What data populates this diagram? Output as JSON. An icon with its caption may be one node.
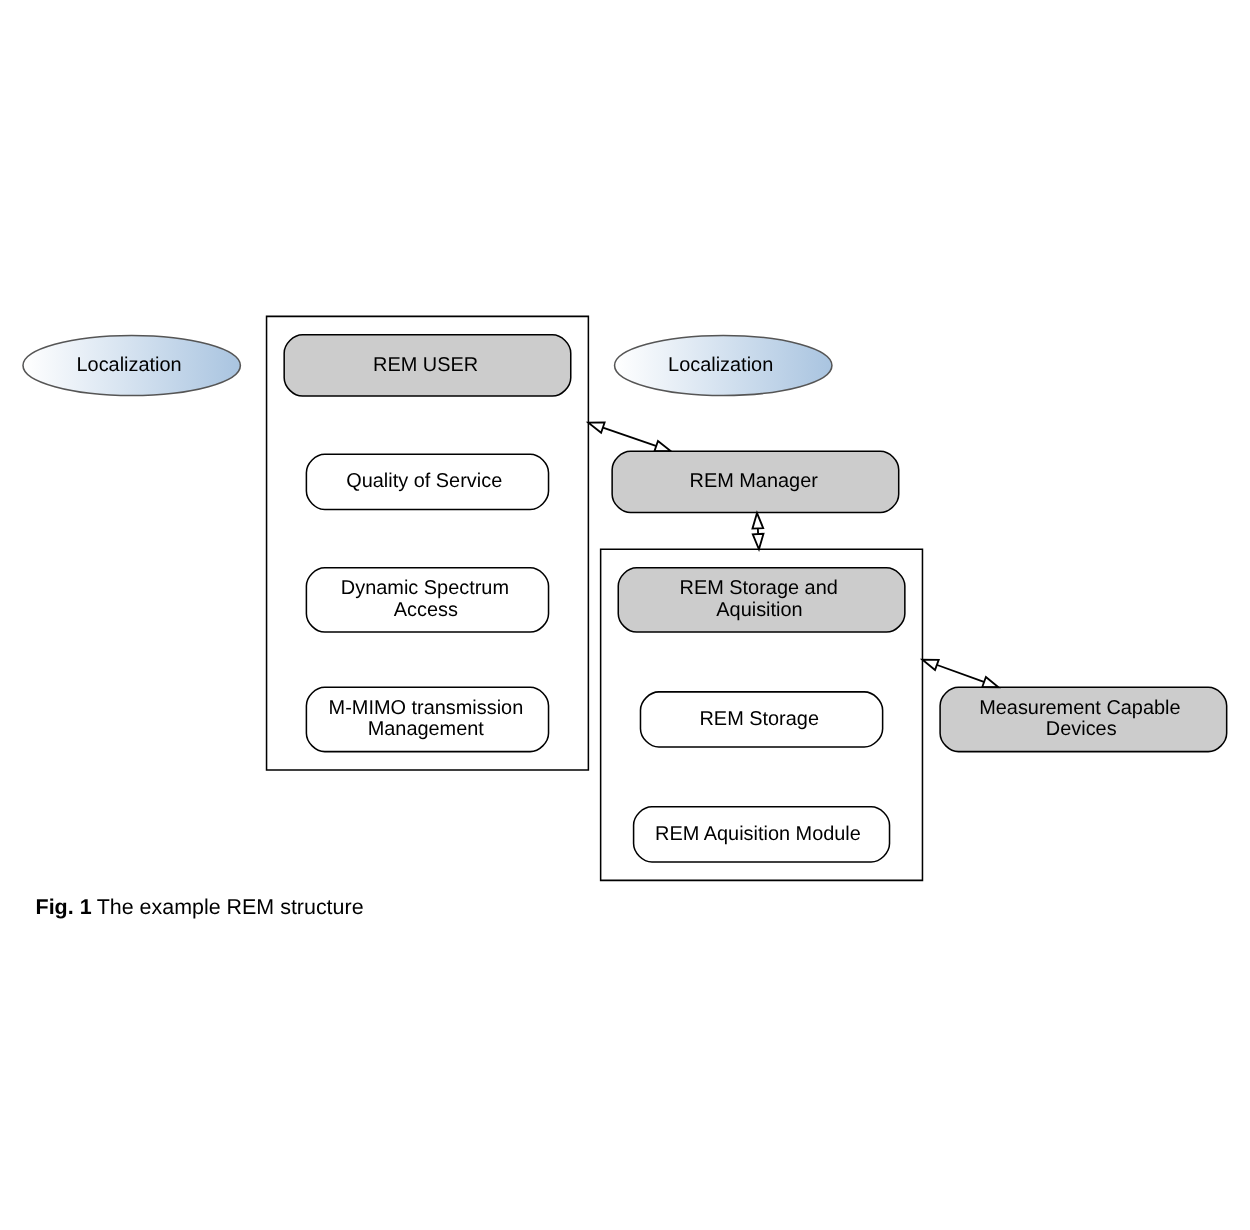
{
  "diagram": {
    "caption": "**Fig. 1** The example REM structure",
    "nodes": [
      {
        "text": [
          "Localization"
        ]
      },
      {
        "text": [],
        "shape": "box"
      },
      {
        "text": [
          "REM USER"
        ],
        "in": 1
      },
      {
        "text": [
          "Quality of Service"
        ],
        "in": 1
      },
      {
        "text": [
          "Dynamic Spectrum Access"
        ],
        "in": 1
      },
      {
        "text": [
          "M-MIMO transmission Management"
        ],
        "in": 1
      },
      {
        "text": [
          "REM Manager"
        ]
      },
      {
        "text": [],
        "shape": "box"
      },
      {
        "text": [
          "REM Storage and Aquisition"
        ],
        "in": 7
      },
      {
        "text": [
          "REM Storage"
        ],
        "in": 7
      },
      {
        "text": [
          "REM Aquisition Module"
        ],
        "in": 7
      },
      {
        "text": [
          "Localization"
        ]
      },
      {
        "text": [
          "Measurement Capable Devices"
        ]
      }
    ],
    "edges": [
      {
        "from": 1,
        "to": 6,
        "arrow": "both"
      },
      {
        "from": 6,
        "to": 7,
        "arrow": "both"
      },
      {
        "from": 7,
        "to": 12,
        "arrow": "both"
      }
    ]
  }
}
